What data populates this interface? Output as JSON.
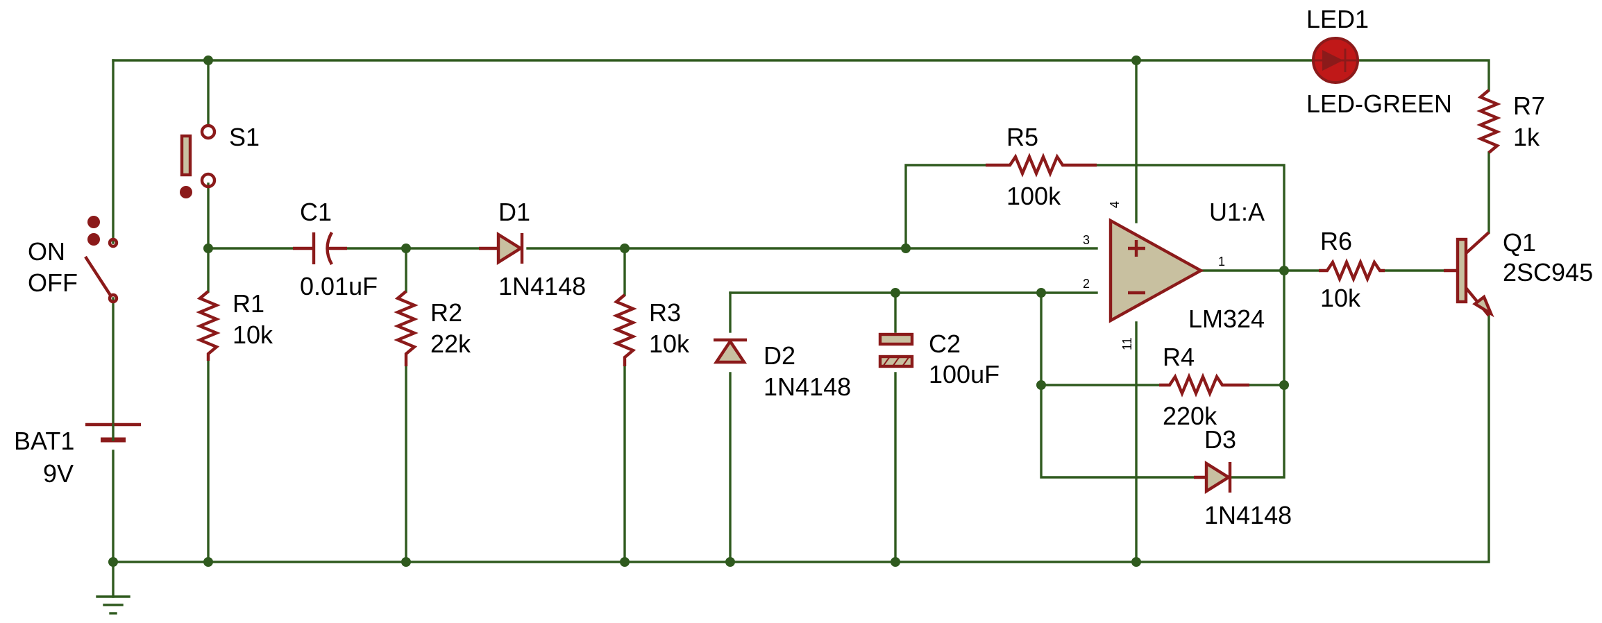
{
  "components": {
    "bat1": {
      "ref": "BAT1",
      "value": "9V"
    },
    "switch": {
      "on": "ON",
      "off": "OFF"
    },
    "s1": {
      "ref": "S1"
    },
    "r1": {
      "ref": "R1",
      "value": "10k"
    },
    "c1": {
      "ref": "C1",
      "value": "0.01uF"
    },
    "r2": {
      "ref": "R2",
      "value": "22k"
    },
    "d1": {
      "ref": "D1",
      "value": "1N4148"
    },
    "r3": {
      "ref": "R3",
      "value": "10k"
    },
    "d2": {
      "ref": "D2",
      "value": "1N4148"
    },
    "c2": {
      "ref": "C2",
      "value": "100uF"
    },
    "r5": {
      "ref": "R5",
      "value": "100k"
    },
    "u1": {
      "ref": "U1:A",
      "value": "LM324",
      "pin3": "3",
      "pin2": "2",
      "pin1": "1",
      "pin4": "4",
      "pin11": "11"
    },
    "r4": {
      "ref": "R4",
      "value": "220k"
    },
    "d3": {
      "ref": "D3",
      "value": "1N4148"
    },
    "r6": {
      "ref": "R6",
      "value": "10k"
    },
    "q1": {
      "ref": "Q1",
      "value": "2SC945"
    },
    "led1": {
      "ref": "LED1",
      "value": "LED-GREEN"
    },
    "r7": {
      "ref": "R7",
      "value": "1k"
    }
  },
  "colors": {
    "wire": "#2f5a1e",
    "component": "#8b1a1a",
    "body_fill": "#c8c0a0"
  }
}
